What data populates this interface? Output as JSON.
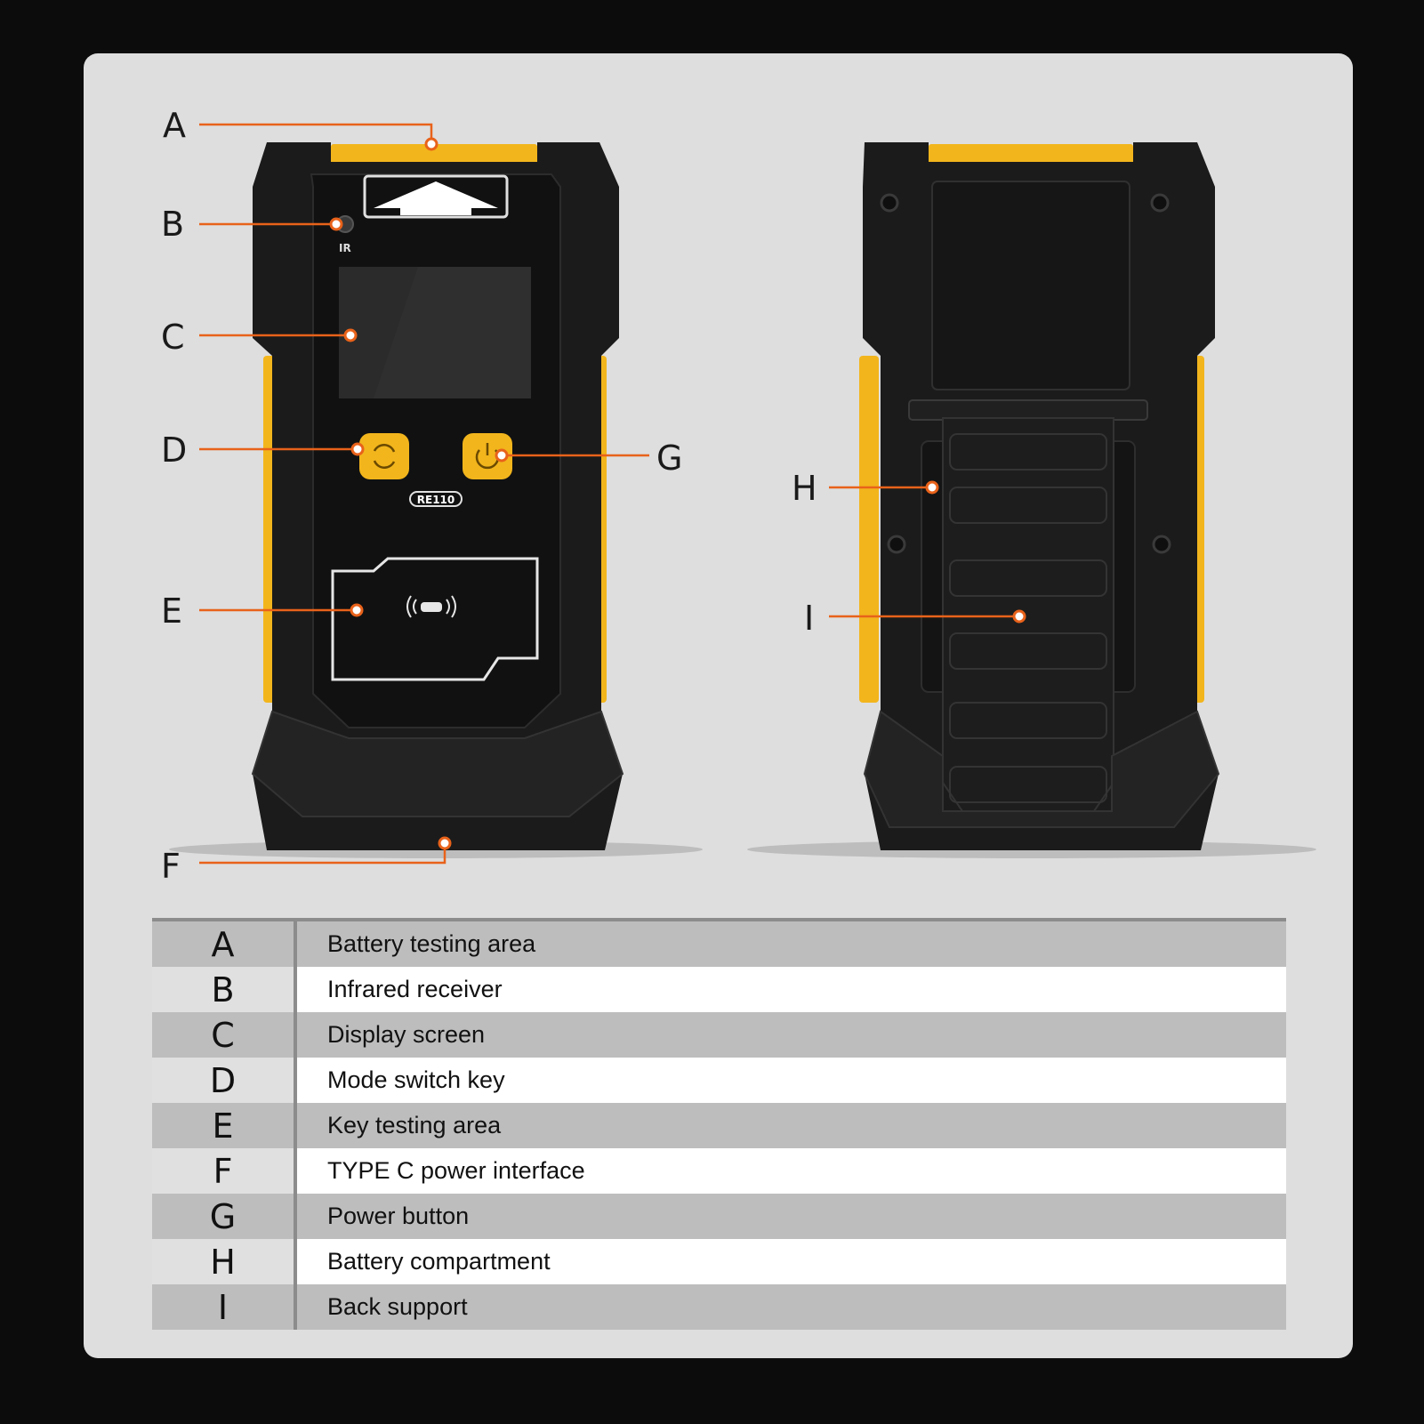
{
  "device": {
    "ir_label": "IR",
    "model_label": "RE110",
    "callouts": [
      "A",
      "B",
      "C",
      "D",
      "E",
      "F",
      "G",
      "H",
      "I"
    ],
    "colors": {
      "body": "#1a1a1a",
      "accent": "#f2b51c",
      "leader": "#e8621a"
    }
  },
  "legend": {
    "rows": [
      {
        "key": "A",
        "label": "Battery testing area"
      },
      {
        "key": "B",
        "label": "Infrared receiver"
      },
      {
        "key": "C",
        "label": "Display screen"
      },
      {
        "key": "D",
        "label": "Mode switch key"
      },
      {
        "key": "E",
        "label": "Key testing area"
      },
      {
        "key": "F",
        "label": "TYPE C power interface"
      },
      {
        "key": "G",
        "label": "Power button"
      },
      {
        "key": "H",
        "label": "Battery compartment"
      },
      {
        "key": "I",
        "label": "Back support"
      }
    ]
  }
}
